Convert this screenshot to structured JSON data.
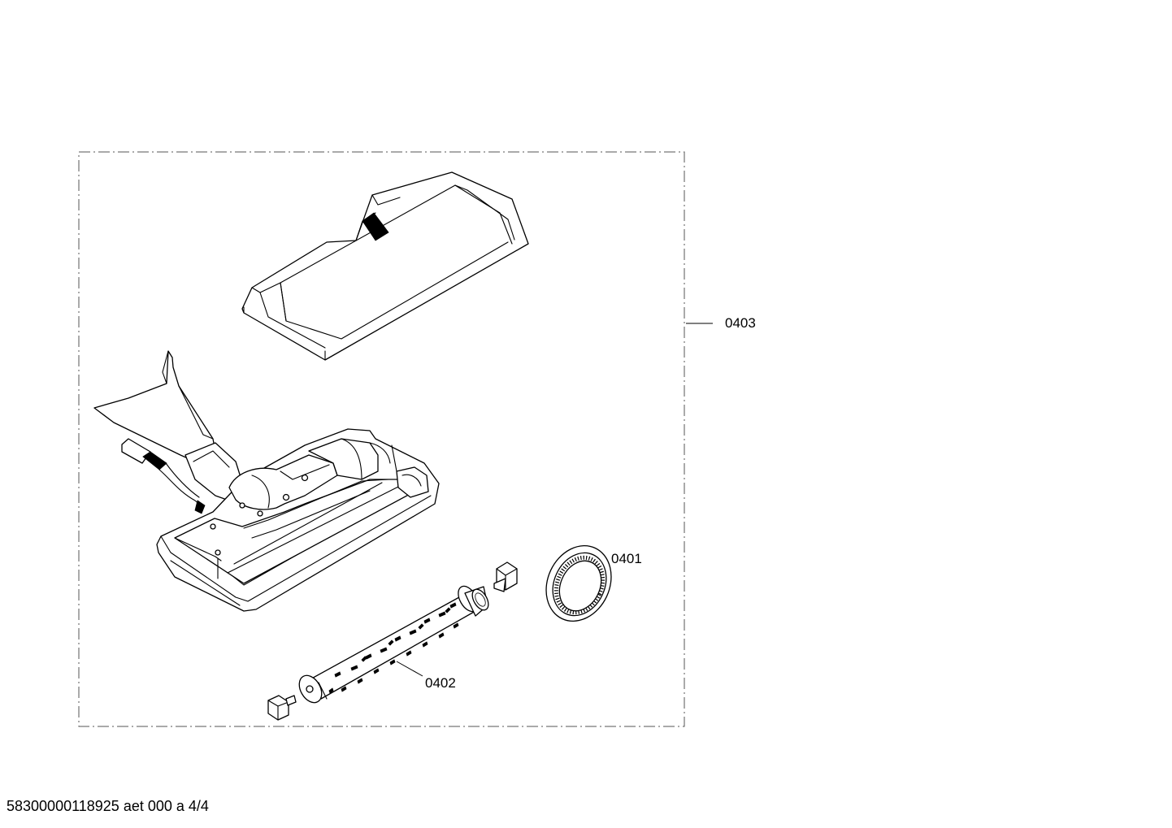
{
  "diagram": {
    "frame_style": "dash-dot assembly boundary",
    "parts": [
      {
        "id": "0403",
        "label": "0403",
        "description_visual": "floor nozzle assembly (cover and base)"
      },
      {
        "id": "0401",
        "label": "0401",
        "description_visual": "drive belt"
      },
      {
        "id": "0402",
        "label": "0402",
        "description_visual": "brush roller"
      }
    ]
  },
  "footer": {
    "text": "58300000118925 aet 000 a 4/4"
  },
  "colors": {
    "line": "#000000",
    "background": "#ffffff"
  }
}
